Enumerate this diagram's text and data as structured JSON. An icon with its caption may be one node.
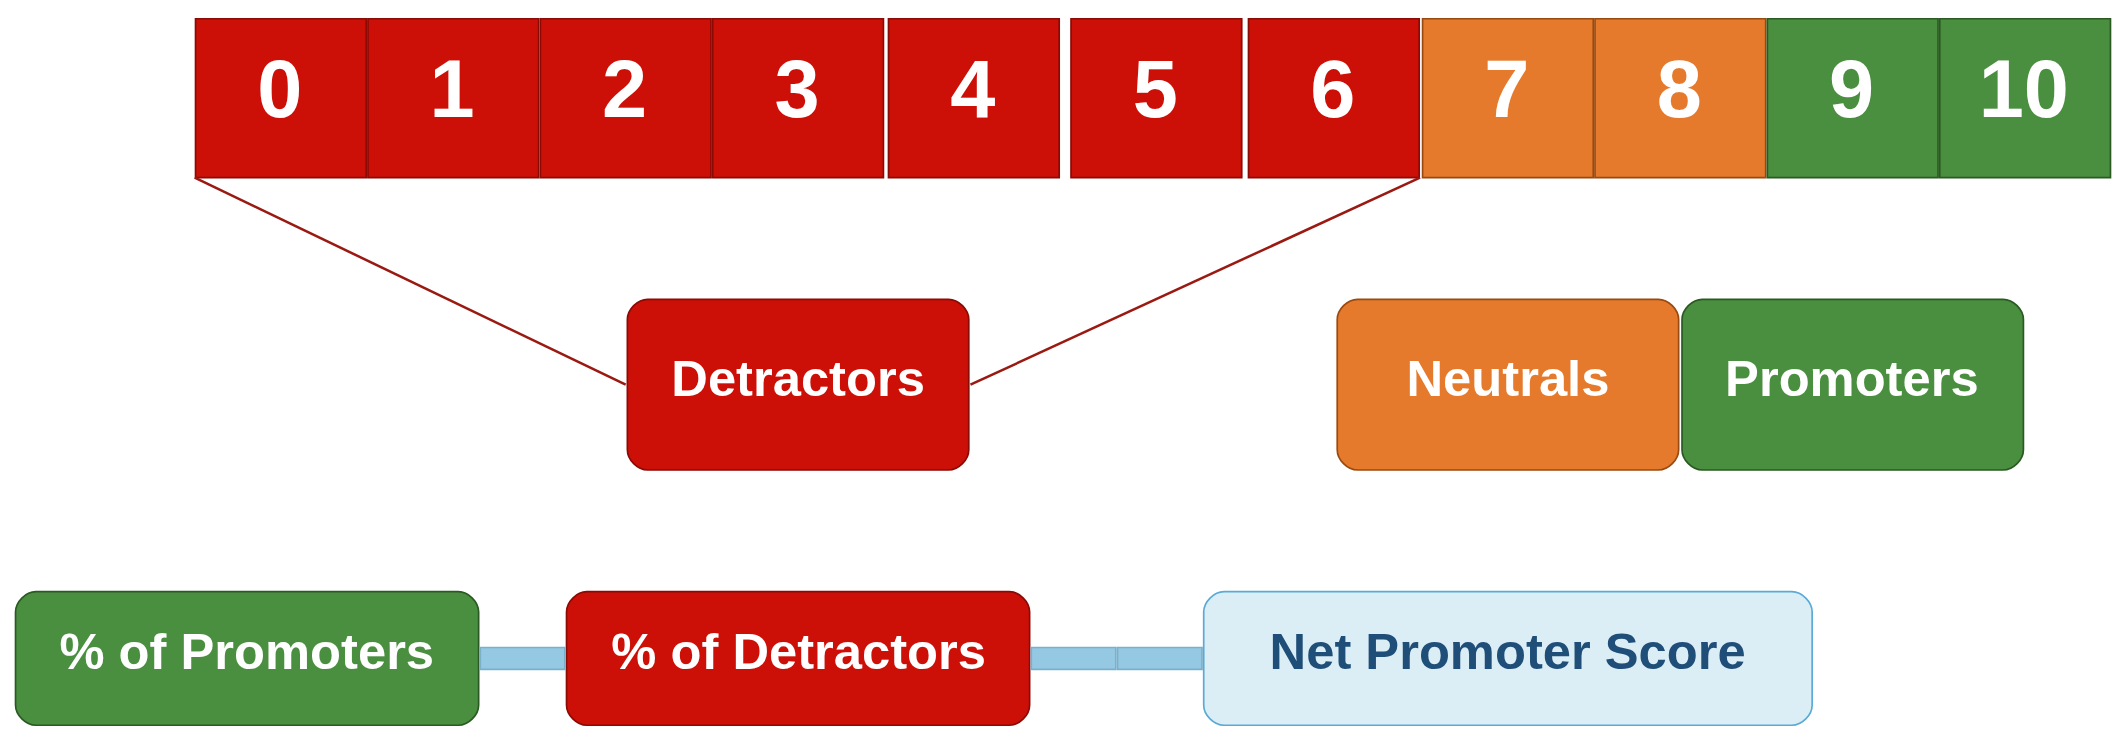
{
  "diagram": {
    "nodes": [
      {
        "text": [
          "0"
        ]
      },
      {
        "text": [
          "1"
        ]
      },
      {
        "text": [
          "2"
        ]
      },
      {
        "text": [
          "3"
        ]
      },
      {
        "text": [
          "4"
        ]
      },
      {
        "text": [
          "5"
        ]
      },
      {
        "text": [
          "6"
        ]
      },
      {
        "text": [
          "7"
        ]
      },
      {
        "text": [
          "8"
        ]
      },
      {
        "text": [
          "9"
        ]
      },
      {
        "text": [
          "10"
        ]
      },
      {
        "text": [
          "Detractors"
        ]
      },
      {
        "text": [
          "Neutrals"
        ]
      },
      {
        "text": [
          "Promoters"
        ]
      },
      {
        "text": [
          "% of Promoters"
        ]
      },
      {
        "text": [],
        "shape": "bar"
      },
      {
        "text": [
          "% of Detractors"
        ]
      },
      {
        "text": [],
        "shape": "bar"
      },
      {
        "text": [],
        "shape": "bar"
      },
      {
        "text": [
          "Net Promoter Score"
        ]
      }
    ],
    "edges": [
      {
        "from": 11,
        "to": 0,
        "arrow": "none"
      },
      {
        "from": 11,
        "to": 6,
        "arrow": "none"
      }
    ]
  }
}
